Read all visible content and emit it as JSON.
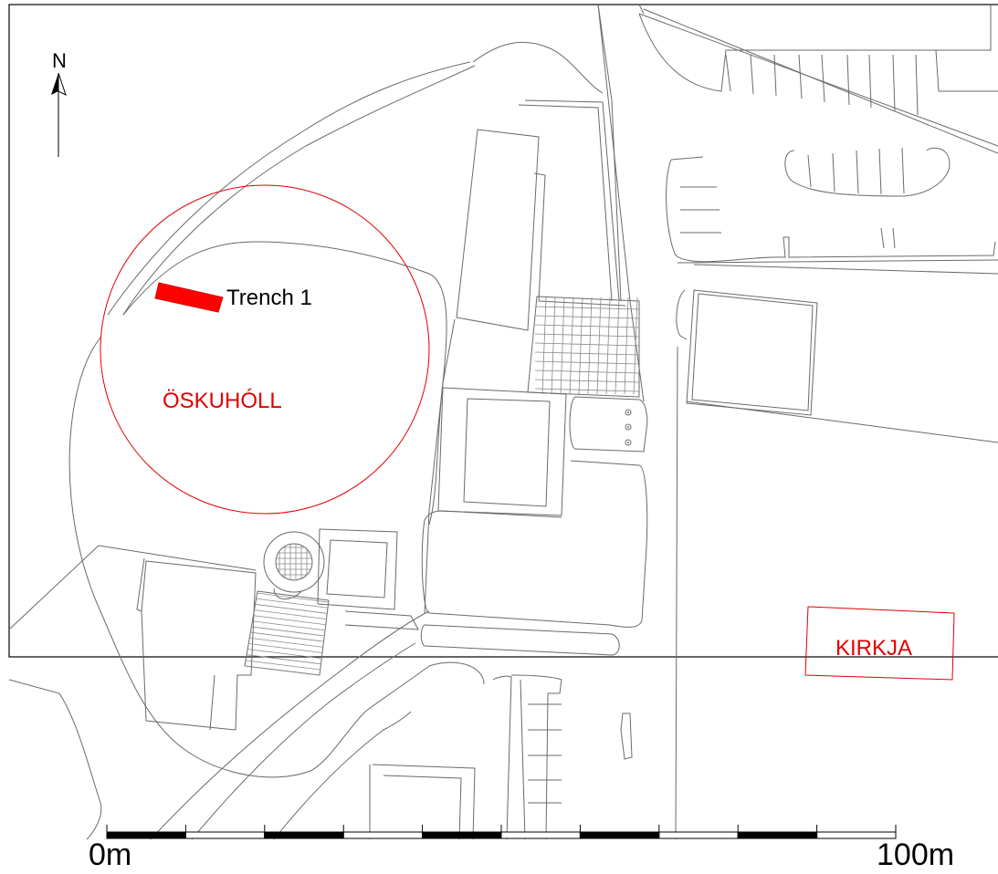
{
  "map": {
    "north_label": "N",
    "labels": {
      "trench": "Trench 1",
      "mound": "ÖSKUHÓLL",
      "church": "KIRKJA"
    },
    "scale_bar": {
      "start_label": "0m",
      "end_label": "100m",
      "segments": 10
    },
    "colors": {
      "feature_red": "#e00000",
      "base_lines": "#6a6a6a",
      "frame": "#000000"
    }
  }
}
